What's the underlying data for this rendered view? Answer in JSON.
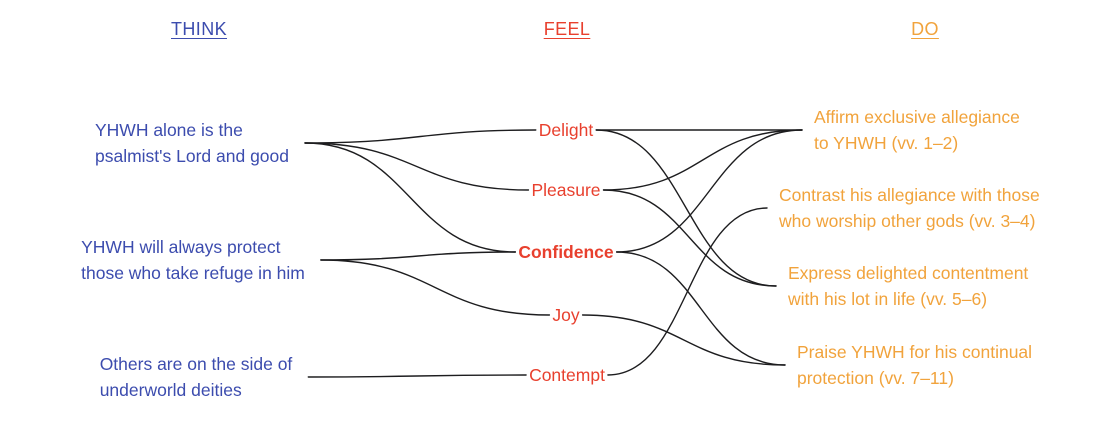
{
  "columns": {
    "think": {
      "header": "THINK",
      "color": "#3c4cae",
      "nodes": [
        {
          "id": "t1",
          "lines": [
            "YHWH alone is the",
            "psalmist's Lord and good"
          ]
        },
        {
          "id": "t2",
          "lines": [
            "YHWH will always protect",
            "those who take refuge in him"
          ]
        },
        {
          "id": "t3",
          "lines": [
            "Others are on the side of",
            "underworld deities"
          ]
        }
      ]
    },
    "feel": {
      "header": "FEEL",
      "color": "#e8402e",
      "nodes": [
        {
          "id": "delight",
          "label": "Delight"
        },
        {
          "id": "pleasure",
          "label": "Pleasure"
        },
        {
          "id": "confidence",
          "label": "Confidence",
          "emphasis": "bold"
        },
        {
          "id": "joy",
          "label": "Joy"
        },
        {
          "id": "contempt",
          "label": "Contempt"
        }
      ]
    },
    "do": {
      "header": "DO",
      "color": "#f1a33c",
      "nodes": [
        {
          "id": "d1",
          "lines": [
            "Affirm exclusive allegiance",
            "to YHWH (vv. 1–2)"
          ]
        },
        {
          "id": "d2",
          "lines": [
            "Contrast his allegiance with those",
            "who worship other gods (vv. 3–4)"
          ]
        },
        {
          "id": "d3",
          "lines": [
            "Express delighted contentment",
            "with his lot in life (vv. 5–6)"
          ]
        },
        {
          "id": "d4",
          "lines": [
            "Praise YHWH for his continual",
            "protection (vv. 7–11)"
          ]
        }
      ]
    }
  },
  "edges": [
    {
      "from": "t1",
      "to": "delight"
    },
    {
      "from": "t1",
      "to": "pleasure"
    },
    {
      "from": "t1",
      "to": "confidence"
    },
    {
      "from": "t2",
      "to": "confidence"
    },
    {
      "from": "t2",
      "to": "joy"
    },
    {
      "from": "t3",
      "to": "contempt"
    },
    {
      "from": "delight",
      "to": "d1"
    },
    {
      "from": "pleasure",
      "to": "d1"
    },
    {
      "from": "confidence",
      "to": "d1"
    },
    {
      "from": "contempt",
      "to": "d2"
    },
    {
      "from": "delight",
      "to": "d3"
    },
    {
      "from": "pleasure",
      "to": "d3"
    },
    {
      "from": "confidence",
      "to": "d4"
    },
    {
      "from": "joy",
      "to": "d4"
    }
  ],
  "edge_color": "#1d1d1f"
}
